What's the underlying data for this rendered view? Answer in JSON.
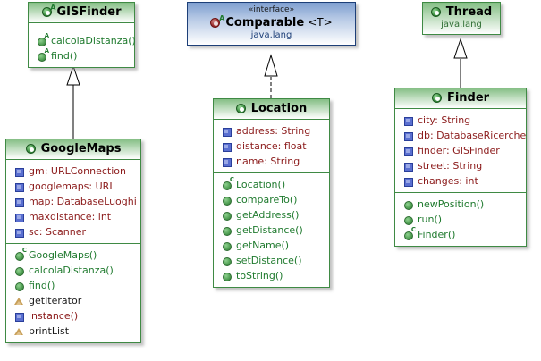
{
  "diagram": {
    "kind": "uml-class-diagram",
    "colors": {
      "class_border": "#3f8a44",
      "class_header_top": "#85bf85",
      "interface_border": "#1d3f78",
      "interface_header_top": "#7f9fd0",
      "attribute_text": "#8b1a1a",
      "method_text": "#1f7a2e",
      "package_text": "#2f6e33",
      "background": "#ffffff"
    }
  },
  "classes": {
    "gisfinder": {
      "name": "GISFinder",
      "stereotype": "",
      "package": "",
      "icon": "abstract-class-icon",
      "attributes": [],
      "methods": [
        {
          "label": "calcolaDistanza()",
          "icon": "method-abstract-icon",
          "marker": "A"
        },
        {
          "label": "find()",
          "icon": "method-abstract-icon",
          "marker": "A"
        }
      ]
    },
    "comparable": {
      "name": "Comparable",
      "type_param": "<T>",
      "stereotype": "«interface»",
      "package": "java.lang",
      "icon": "interface-icon",
      "attributes": [],
      "methods": []
    },
    "thread": {
      "name": "Thread",
      "stereotype": "",
      "package": "java.lang",
      "icon": "class-icon",
      "attributes": [],
      "methods": []
    },
    "googlemaps": {
      "name": "GoogleMaps",
      "stereotype": "",
      "package": "",
      "icon": "class-icon",
      "attributes": [
        {
          "label": "gm: URLConnection",
          "icon": "field-icon"
        },
        {
          "label": "googlemaps: URL",
          "icon": "field-icon"
        },
        {
          "label": "map: DatabaseLuoghi",
          "icon": "field-icon"
        },
        {
          "label": "maxdistance: int",
          "icon": "field-icon"
        },
        {
          "label": "sc: Scanner",
          "icon": "field-icon"
        }
      ],
      "methods": [
        {
          "label": "GoogleMaps()",
          "icon": "method-public-icon",
          "marker": "C"
        },
        {
          "label": "calcolaDistanza()",
          "icon": "method-public-icon",
          "marker": ""
        },
        {
          "label": "find()",
          "icon": "method-public-icon",
          "marker": ""
        },
        {
          "label": "getIterator",
          "icon": "method-protected-icon",
          "marker": ""
        },
        {
          "label": "instance()",
          "icon": "field-icon",
          "marker": ""
        },
        {
          "label": "printList",
          "icon": "method-protected-icon",
          "marker": ""
        }
      ]
    },
    "location": {
      "name": "Location",
      "stereotype": "",
      "package": "",
      "icon": "class-icon",
      "attributes": [
        {
          "label": "address: String",
          "icon": "field-icon"
        },
        {
          "label": "distance: float",
          "icon": "field-icon"
        },
        {
          "label": "name: String",
          "icon": "field-icon"
        }
      ],
      "methods": [
        {
          "label": "Location()",
          "icon": "method-public-icon",
          "marker": "C"
        },
        {
          "label": "compareTo()",
          "icon": "method-public-icon",
          "marker": ""
        },
        {
          "label": "getAddress()",
          "icon": "method-public-icon",
          "marker": ""
        },
        {
          "label": "getDistance()",
          "icon": "method-public-icon",
          "marker": ""
        },
        {
          "label": "getName()",
          "icon": "method-public-icon",
          "marker": ""
        },
        {
          "label": "setDistance()",
          "icon": "method-public-icon",
          "marker": ""
        },
        {
          "label": "toString()",
          "icon": "method-public-icon",
          "marker": ""
        }
      ]
    },
    "finder": {
      "name": "Finder",
      "stereotype": "",
      "package": "",
      "icon": "class-icon",
      "attributes": [
        {
          "label": "city: String",
          "icon": "field-icon"
        },
        {
          "label": "db: DatabaseRicerche",
          "icon": "field-icon"
        },
        {
          "label": "finder: GISFinder",
          "icon": "field-icon"
        },
        {
          "label": "street: String",
          "icon": "field-icon"
        },
        {
          "label": "changes: int",
          "icon": "field-icon"
        }
      ],
      "methods": [
        {
          "label": "newPosition()",
          "icon": "method-public-icon",
          "marker": ""
        },
        {
          "label": "run()",
          "icon": "method-public-icon",
          "marker": ""
        },
        {
          "label": "Finder()",
          "icon": "method-public-icon",
          "marker": "C"
        }
      ]
    }
  },
  "relationships": [
    {
      "from": "GoogleMaps",
      "to": "GISFinder",
      "type": "generalization",
      "line": "solid",
      "arrow": "hollow-triangle"
    },
    {
      "from": "Location",
      "to": "Comparable",
      "type": "realization",
      "line": "dashed",
      "arrow": "hollow-triangle"
    },
    {
      "from": "Finder",
      "to": "Thread",
      "type": "generalization",
      "line": "solid",
      "arrow": "hollow-triangle"
    }
  ]
}
